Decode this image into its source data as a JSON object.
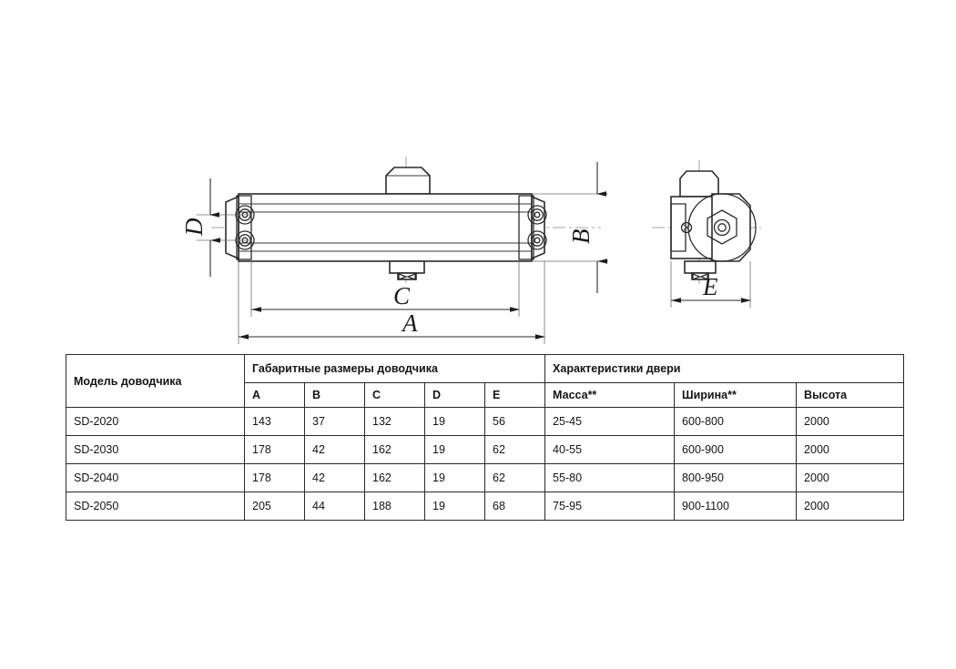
{
  "drawing": {
    "title_caption": "",
    "dimension_labels": {
      "a": "A",
      "b": "B",
      "c": "C",
      "d": "D",
      "e": "E"
    },
    "views": {
      "front_view_name": "front-elevation",
      "side_view_name": "side-elevation"
    },
    "line_color": "#2b2b2b",
    "fill_color": "#ffffff"
  },
  "table": {
    "header": {
      "model_column": "Модель доводчика",
      "group_dimensions": "Габаритные размеры доводчика",
      "group_door": "Характеристики двери",
      "sub_columns": [
        "A",
        "B",
        "C",
        "D",
        "E",
        "Масса**",
        "Ширина**",
        "Высота"
      ]
    },
    "rows": [
      {
        "model": "SD-2020",
        "a": "143",
        "b": "37",
        "c": "132",
        "d": "19",
        "e": "56",
        "mass": "25-45",
        "width": "600-800",
        "height": "2000"
      },
      {
        "model": "SD-2030",
        "a": "178",
        "b": "42",
        "c": "162",
        "d": "19",
        "e": "62",
        "mass": "40-55",
        "width": "600-900",
        "height": "2000"
      },
      {
        "model": "SD-2040",
        "a": "178",
        "b": "42",
        "c": "162",
        "d": "19",
        "e": "62",
        "mass": "55-80",
        "width": "800-950",
        "height": "2000"
      },
      {
        "model": "SD-2050",
        "a": "205",
        "b": "44",
        "c": "188",
        "d": "19",
        "e": "68",
        "mass": "75-95",
        "width": "900-1100",
        "height": "2000"
      }
    ]
  }
}
